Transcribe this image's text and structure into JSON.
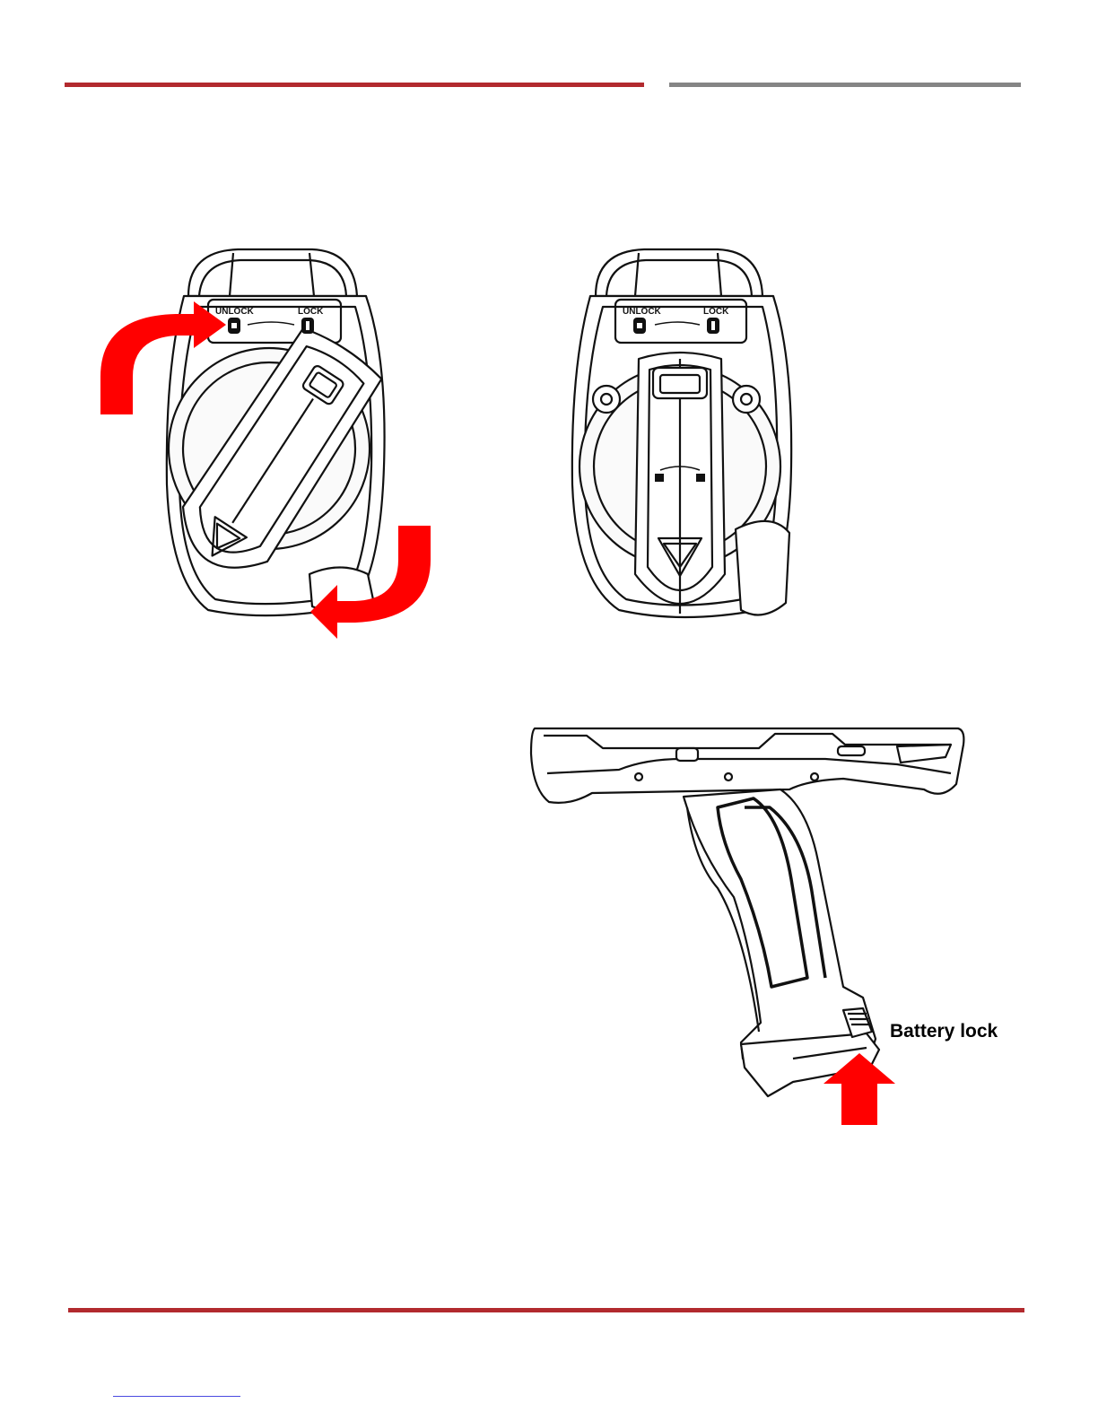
{
  "header": {
    "rule_left_color": "#b22a2e",
    "rule_right_color": "#858585"
  },
  "figure1": {
    "unlock_label": "UNLOCK",
    "lock_label": "LOCK",
    "arrow_color": "#ff0000"
  },
  "figure2": {
    "unlock_label": "UNLOCK",
    "lock_label": "LOCK"
  },
  "figure3": {
    "callout_label": "Battery lock",
    "arrow_color": "#ff0000"
  },
  "footer": {
    "rule_color": "#b22a2e",
    "link_text": ""
  }
}
